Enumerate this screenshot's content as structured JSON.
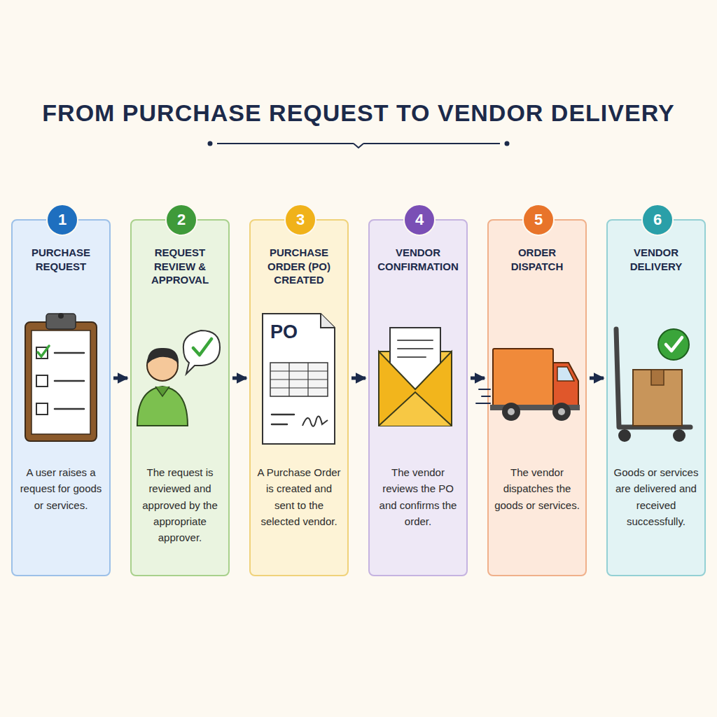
{
  "diagram": {
    "title": "FROM PURCHASE REQUEST TO VENDOR DELIVERY",
    "nodes": [
      {
        "text": [
          "1",
          "PURCHASE REQUEST",
          "A user raises a request for goods or services."
        ]
      },
      {
        "text": [
          "2",
          "REQUEST REVIEW & APPROVAL",
          "The request is reviewed and approved by the appropriate approver."
        ]
      },
      {
        "text": [
          "3",
          "PURCHASE ORDER (PO) CREATED",
          "A Purchase Order is created and sent to the selected vendor."
        ]
      },
      {
        "text": [
          "4",
          "VENDOR CONFIRMATION",
          "The vendor reviews the PO and confirms the order."
        ]
      },
      {
        "text": [
          "5",
          "ORDER DISPATCH",
          "The vendor dispatches the goods or services."
        ]
      },
      {
        "text": [
          "6",
          "VENDOR DELIVERY",
          "Goods or services are delivered and received successfully."
        ]
      }
    ],
    "edges": [
      {
        "from": 0,
        "to": 1,
        "arrow": "to"
      },
      {
        "from": 1,
        "to": 2,
        "arrow": "to"
      },
      {
        "from": 2,
        "to": 3,
        "arrow": "to"
      },
      {
        "from": 3,
        "to": 4,
        "arrow": "to"
      },
      {
        "from": 4,
        "to": 5,
        "arrow": "to"
      }
    ],
    "labels": [
      "PO"
    ]
  }
}
